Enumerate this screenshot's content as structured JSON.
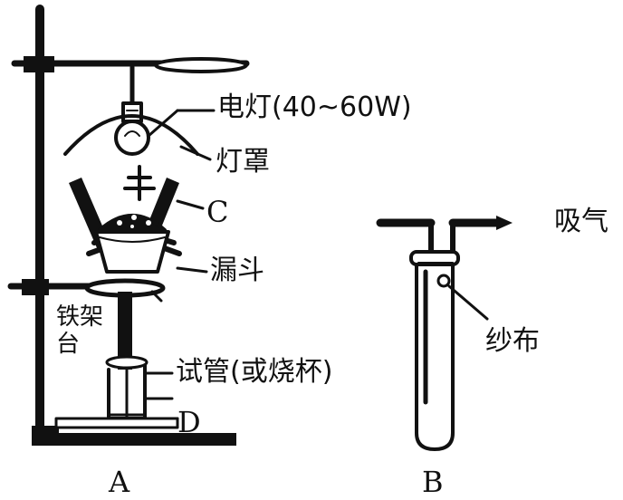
{
  "figure_a": {
    "caption": "A",
    "labels": {
      "lamp": "电灯(40~60W)",
      "lampshade": "灯罩",
      "c": "C",
      "funnel": "漏斗",
      "stand": "铁架台",
      "tube": "试管(或烧杯)",
      "d": "D"
    }
  },
  "figure_b": {
    "caption": "B",
    "labels": {
      "suction": "吸气",
      "gauze": "纱布"
    }
  }
}
